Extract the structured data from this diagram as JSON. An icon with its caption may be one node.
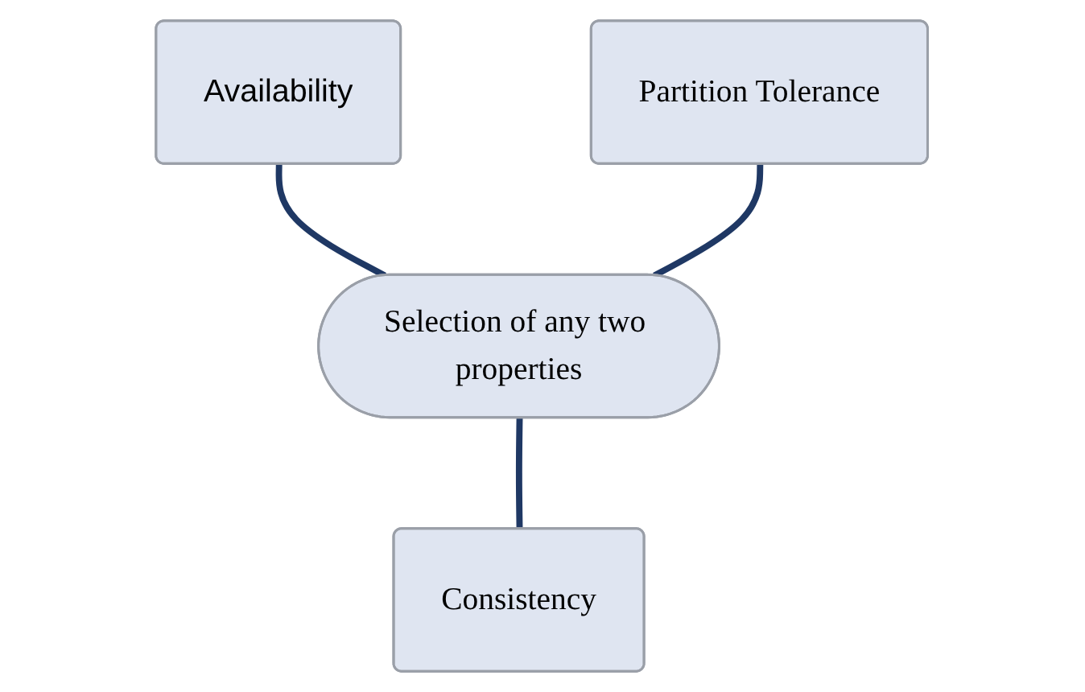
{
  "diagram": {
    "nodes": [
      {
        "text": [
          "Availability"
        ]
      },
      {
        "text": [
          "Selection of any two properties"
        ]
      },
      {
        "text": [
          "Partition Tolerance"
        ]
      },
      {
        "text": [
          "Consistency"
        ]
      }
    ],
    "edges": [
      {
        "from": 0,
        "to": 1,
        "arrow": "none"
      },
      {
        "from": 2,
        "to": 1,
        "arrow": "none"
      },
      {
        "from": 1,
        "to": 3,
        "arrow": "none"
      }
    ]
  }
}
